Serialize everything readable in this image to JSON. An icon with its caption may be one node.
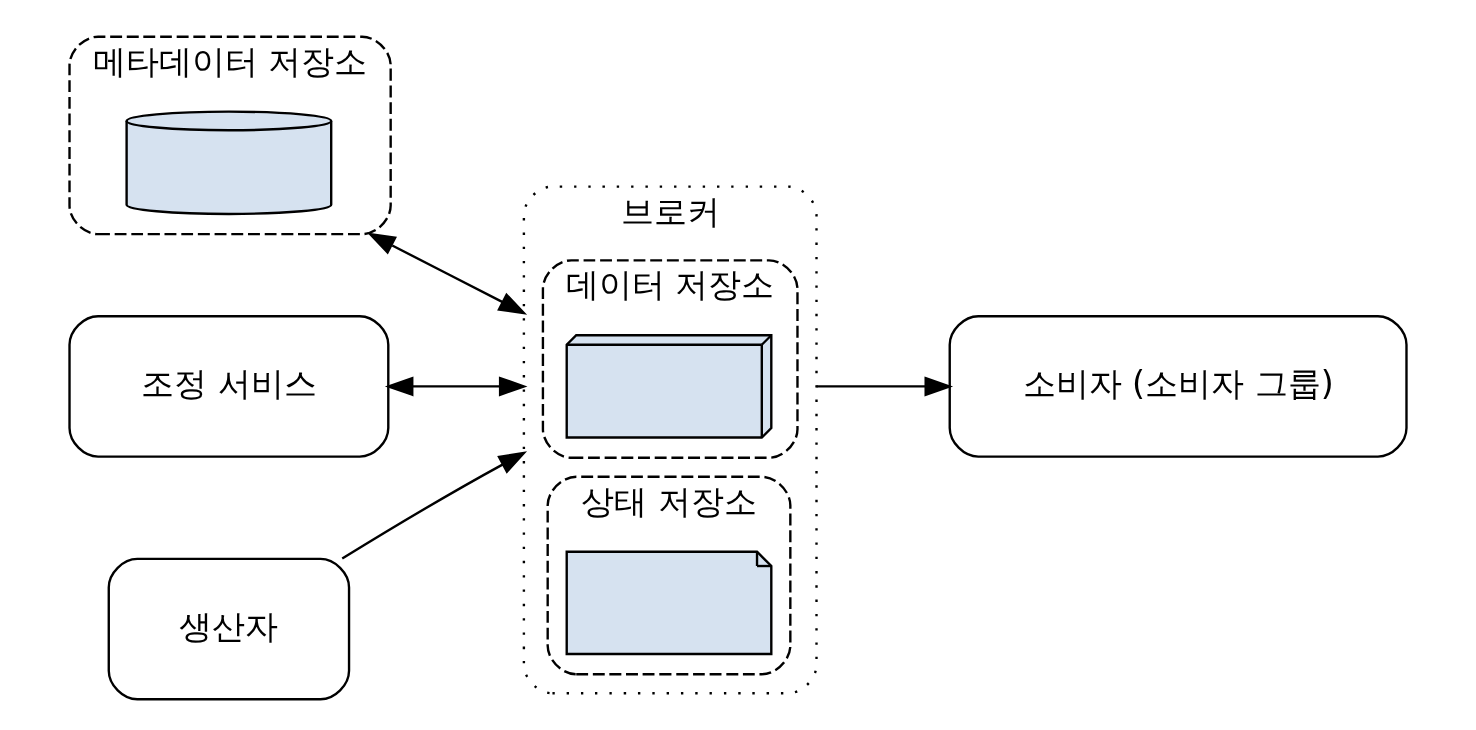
{
  "diagram": {
    "nodes": [
      {
        "text": [
          "메타데이터 저장소"
        ]
      },
      {
        "text": [],
        "shape": "cylinder",
        "in": 0
      },
      {
        "text": [
          "조정 서비스"
        ]
      },
      {
        "text": [
          "브로커"
        ]
      },
      {
        "text": [
          "데이터 저장소"
        ],
        "in": 3
      },
      {
        "text": [],
        "shape": "box",
        "in": 4
      },
      {
        "text": [
          "상태 저장소"
        ],
        "in": 3
      },
      {
        "text": [],
        "shape": "note",
        "in": 6
      },
      {
        "text": [
          "생산자"
        ]
      },
      {
        "text": [
          "소비자 (소비자 그룹)"
        ]
      }
    ],
    "edges": [
      {
        "from": 0,
        "to": 3,
        "arrow": "both"
      },
      {
        "from": 2,
        "to": 3,
        "arrow": "both"
      },
      {
        "from": 8,
        "to": 3,
        "arrow": "to"
      },
      {
        "from": 3,
        "to": 9,
        "arrow": "to"
      }
    ]
  }
}
